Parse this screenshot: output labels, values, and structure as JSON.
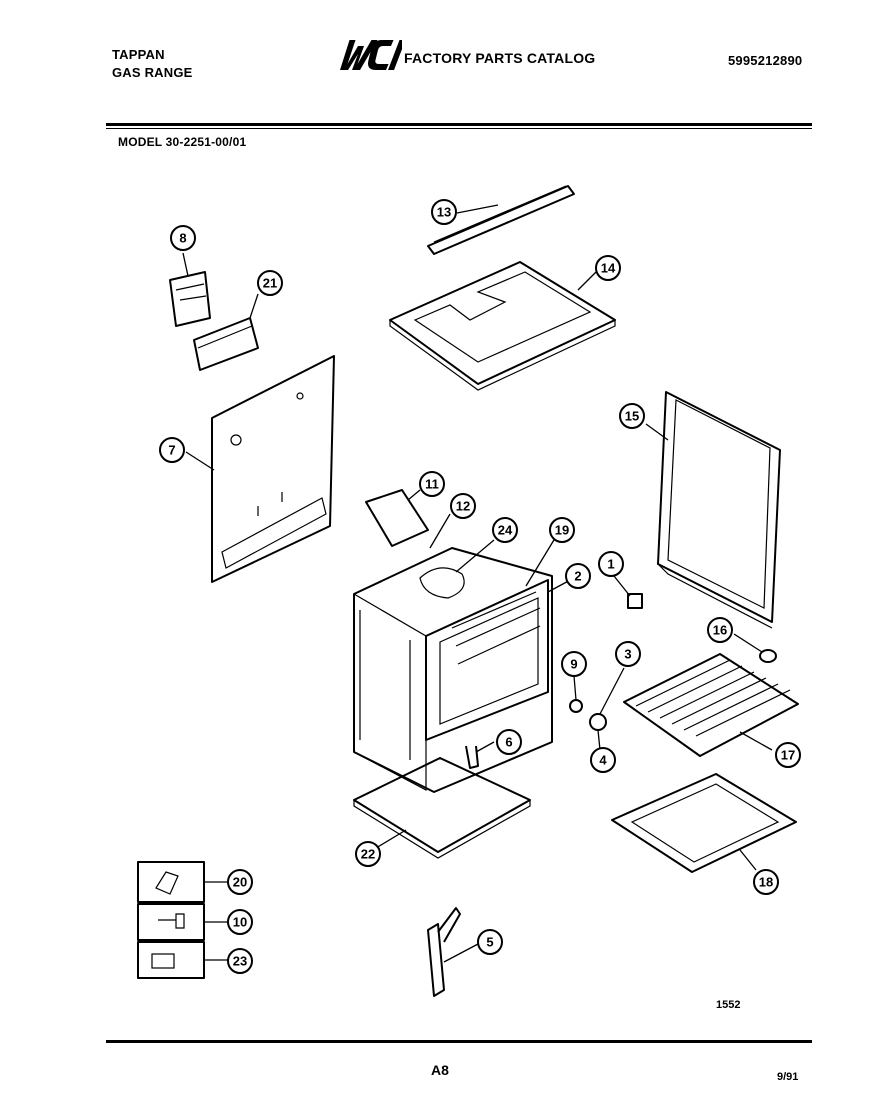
{
  "header": {
    "brand_line1": "TAPPAN",
    "brand_line2": "GAS RANGE",
    "logo_text": "WCI",
    "catalog_title": "FACTORY PARTS CATALOG",
    "part_number": "5995212890",
    "model": "MODEL 30-2251-00/01"
  },
  "callouts": [
    "8",
    "21",
    "7",
    "13",
    "14",
    "15",
    "11",
    "12",
    "24",
    "19",
    "2",
    "1",
    "16",
    "9",
    "3",
    "4",
    "6",
    "17",
    "22",
    "18",
    "20",
    "10",
    "23",
    "5"
  ],
  "footer": {
    "drawing_number": "1552",
    "page_number": "A8",
    "date_code": "9/91"
  }
}
